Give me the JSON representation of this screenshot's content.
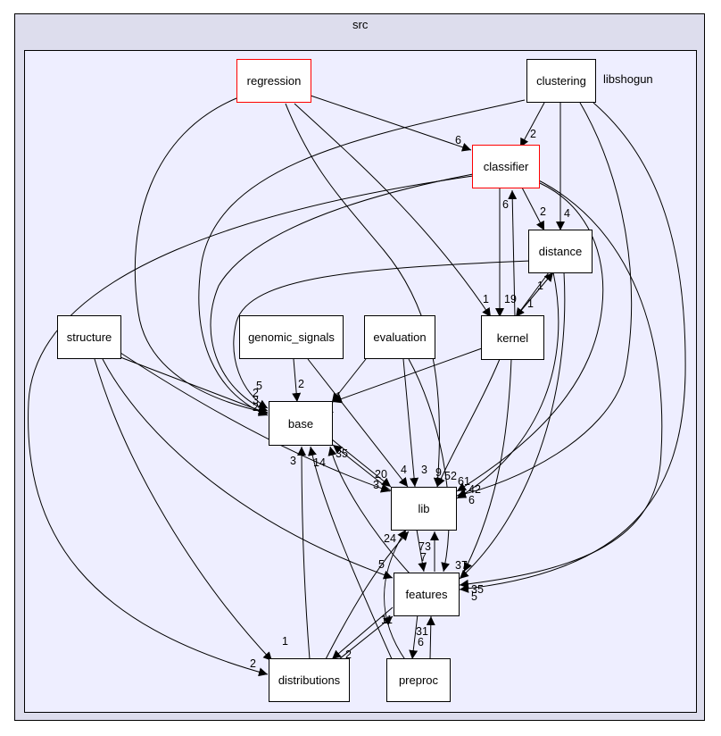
{
  "outer_label": "src",
  "inner_label": "libshogun",
  "nodes": {
    "regression": "regression",
    "clustering": "clustering",
    "classifier": "classifier",
    "distance": "distance",
    "structure": "structure",
    "genomic_signals": "genomic_signals",
    "evaluation": "evaluation",
    "kernel": "kernel",
    "base": "base",
    "lib": "lib",
    "features": "features",
    "distributions": "distributions",
    "preproc": "preproc"
  },
  "edge_labels": [
    "2",
    "6",
    "4",
    "2",
    "6",
    "19",
    "1",
    "1",
    "1",
    "2",
    "5",
    "2",
    "3",
    "2",
    "1",
    "14",
    "4",
    "3",
    "9",
    "52",
    "61",
    "42",
    "6",
    "35",
    "3",
    "20",
    "3",
    "14",
    "24",
    "5",
    "73",
    "7",
    "37",
    "35",
    "5",
    "11",
    "31",
    "6",
    "2",
    "1",
    "2"
  ],
  "colors": {
    "outer_bg": "#dddded",
    "inner_bg": "#eeeeff",
    "highlight_border": "#ff0000"
  }
}
